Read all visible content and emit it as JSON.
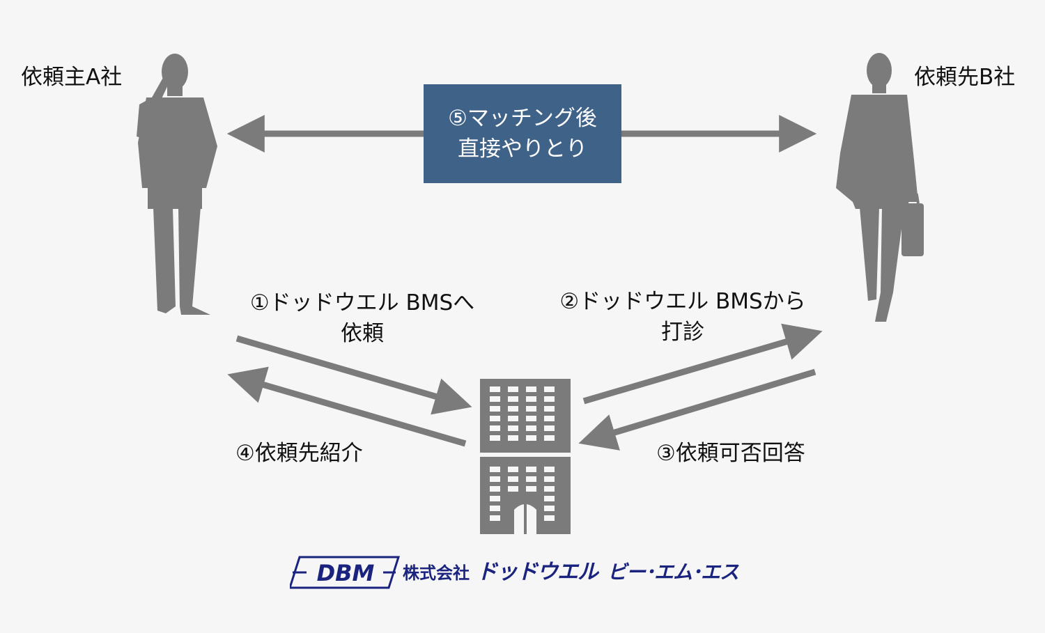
{
  "nodes": {
    "client_a": "依頼主A社",
    "client_b": "依頼先B社"
  },
  "center_box": {
    "line1": "⑤マッチング後",
    "line2": "直接やりとり"
  },
  "steps": {
    "step1_line1": "①ドッドウエル BMSへ",
    "step1_line2": "依頼",
    "step2_line1": "②ドッドウエル BMSから",
    "step2_line2": "打診",
    "step3": "③依頼可否回答",
    "step4": "④依頼先紹介"
  },
  "logo": {
    "mark": "DBM",
    "company": "株式会社",
    "brand": "ドッドウエル",
    "bms": "ビー･エム･エス"
  },
  "colors": {
    "background": "#f6f6f6",
    "silhouette": "#7b7b7b",
    "arrow": "#7b7b7b",
    "box": "#3f6289",
    "logo": "#1a237e"
  }
}
